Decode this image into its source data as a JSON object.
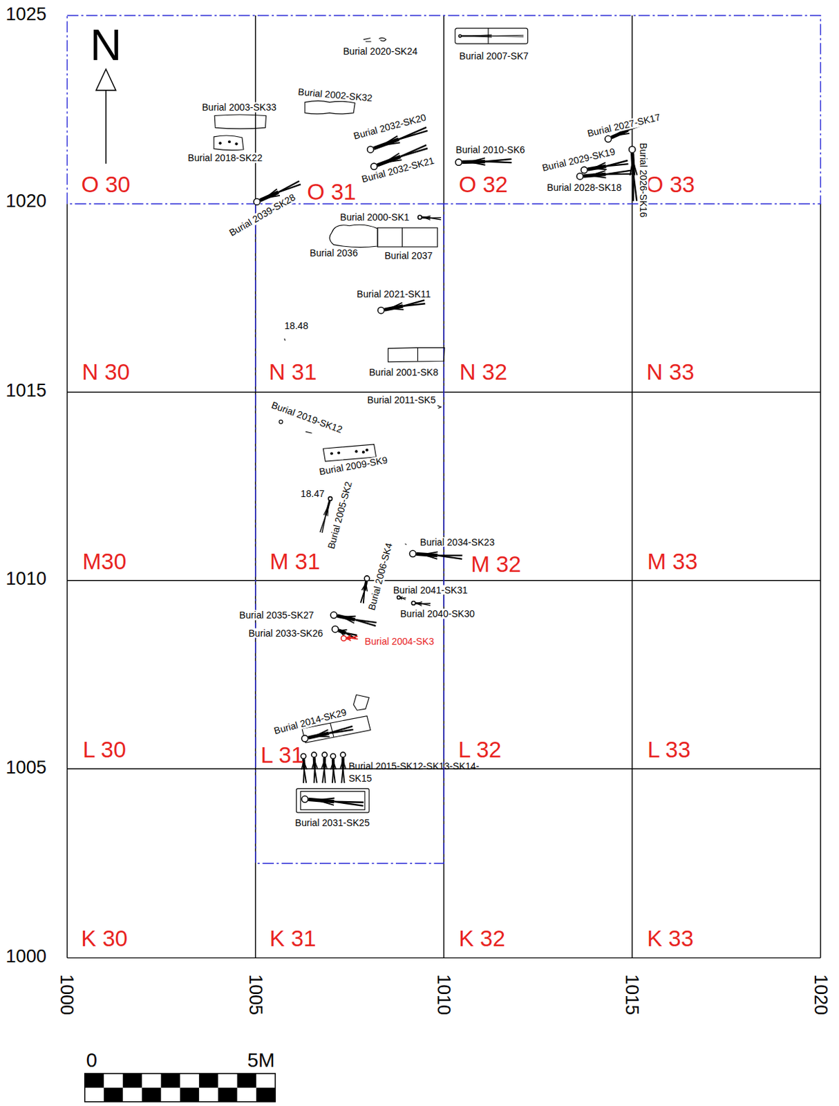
{
  "diagram": {
    "labels": [
      "1025",
      "1020",
      "1015",
      "1010",
      "1005",
      "1000",
      "1000",
      "1005",
      "1010",
      "1015",
      "1020",
      "N",
      "O 30",
      "O 31",
      "O 32",
      "O 33",
      "N 30",
      "N 31",
      "N 32",
      "N 33",
      "M30",
      "M 31",
      "M 32",
      "M 33",
      "L 30",
      "L 31",
      "L 32",
      "L 33",
      "K 30",
      "K 31",
      "K 32",
      "K 33",
      "Burial 2020-SK24",
      "Burial 2007-SK7",
      "Burial 2002-SK32",
      "Burial 2003-SK33",
      "Burial 2032-SK20",
      "Burial 2010-SK6",
      "Burial 2027-SK17",
      "Burial 2018-SK22",
      "Burial 2032-SK21",
      "Burial 2029-SK19",
      "Burial 2026-SK16",
      "Burial 2028-SK18",
      "Burial 2039-SK28",
      "Burial 2000-SK1",
      "Burial 2036",
      "Burial 2037",
      "Burial 2021-SK11",
      "18.48",
      "Burial 2001-SK8",
      "Burial 2011-SK5",
      "Burial 2019-SK12",
      "Burial 2009-SK9",
      "18.47",
      "Burial 2005-SK2",
      "Burial 2006-SK4",
      "Burial 2034-SK23",
      "Burial 2041-SK31",
      "Burial 2040-SK30",
      "Burial 2035-SK27",
      "Burial 2033-SK26",
      "Burial 2004-SK3",
      "Burial 2014-SK29",
      "Burial 2015-SK12-SK13-SK14-SK15",
      "Burial 2031-SK25",
      "0",
      "5M"
    ]
  }
}
